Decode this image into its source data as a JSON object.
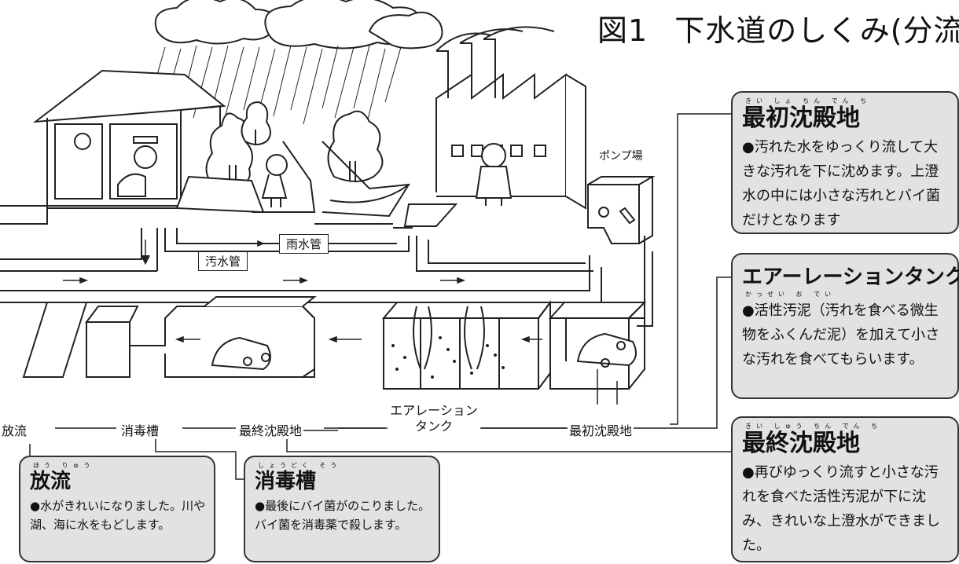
{
  "title": {
    "label": "図1",
    "text": "下水道のしくみ(分流"
  },
  "pump_label": "ポンプ場",
  "pipes": {
    "rain": "雨水管",
    "sewage": "汚水管"
  },
  "flow": {
    "discharge": "放流",
    "disinfection": "消毒槽",
    "final": "最終沈殿地",
    "aeration_1": "エアレーション",
    "aeration_2": "タンク",
    "primary": "最初沈殿地"
  },
  "boxes": {
    "primary": {
      "ruby": "きい しょ ちん でん ち",
      "title": "最初沈殿地",
      "text": "●汚れた水をゆっくり流して大きな汚れを下に沈めます。上澄水の中には小さな汚れとバイ菌だけとなります"
    },
    "aeration": {
      "title": "エアーレーションタンク",
      "ruby": "かっせい お でい",
      "text": "●活性汚泥（汚れを食べる微生物をふくんだ泥）を加えて小さな汚れを食べてもらいます。"
    },
    "final": {
      "ruby": "きい しゅう ちん でん ち",
      "title": "最終沈殿地",
      "text": "●再びゆっくり流すと小さな汚れを食べた活性汚泥が下に沈み、きれいな上澄水ができました。"
    },
    "discharge": {
      "ruby": "ほう りゅう",
      "title": "放流",
      "text": "●水がきれいになりました。川や湖、海に水をもどします。"
    },
    "disinfection": {
      "ruby": "しょうどく そう",
      "title": "消毒槽",
      "text": "●最後にバイ菌がのこりました。バイ菌を消毒薬で殺します。"
    }
  }
}
